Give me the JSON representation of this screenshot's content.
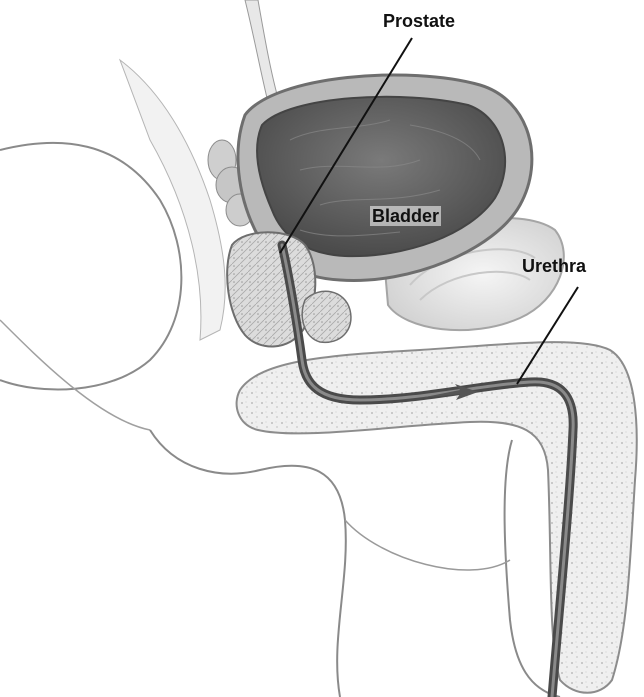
{
  "diagram": {
    "labels": {
      "prostate": "Prostate",
      "bladder": "Bladder",
      "urethra": "Urethra"
    },
    "colors": {
      "background": "#ffffff",
      "outline": "#6e6e6e",
      "bladder_wall": "#b9b9b9",
      "bladder_lumen": "#5d5d5d",
      "prostate": "#cfcfcf",
      "urethra": "#4a4a4a",
      "label_text": "#111111",
      "leader_line": "#111111"
    }
  }
}
